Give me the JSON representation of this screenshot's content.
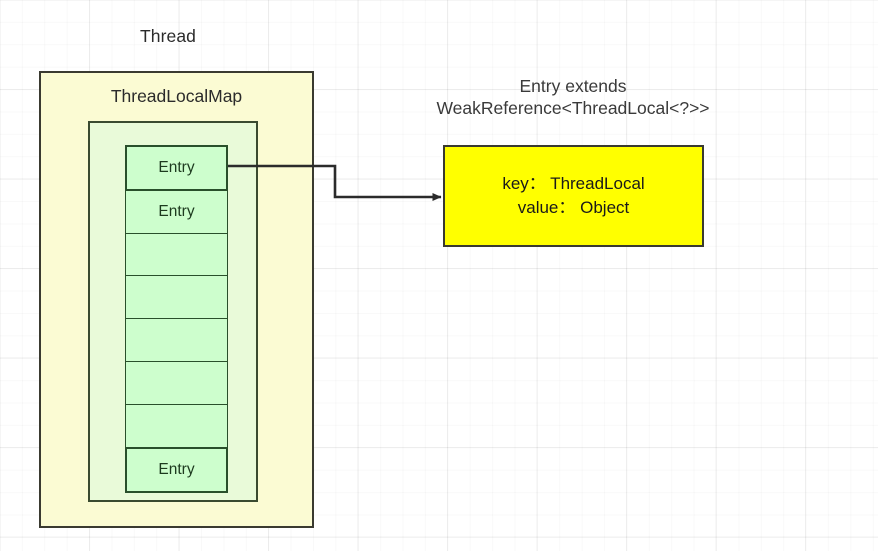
{
  "diagram": {
    "thread": {
      "label": "Thread",
      "fill": "#fbfbd3",
      "stroke": "#3a3a30"
    },
    "threadlocalmap": {
      "label": "ThreadLocalMap",
      "fill": "#e9fad9",
      "stroke": "#3a4a30"
    },
    "entry_table": {
      "cells": [
        {
          "label": "Entry"
        },
        {
          "label": "Entry"
        },
        {
          "label": ""
        },
        {
          "label": ""
        },
        {
          "label": ""
        },
        {
          "label": ""
        },
        {
          "label": ""
        },
        {
          "label": "Entry"
        }
      ],
      "fill": "#cdfecd",
      "stroke": "#294f2b"
    },
    "entry_detail": {
      "caption": "Entry extends\nWeakReference<ThreadLocal<?>>",
      "key_line": "key： ThreadLocal",
      "value_line": "value： Object",
      "fill": "#ffff00",
      "stroke": "#3a3a30"
    },
    "connector": {
      "name": "entry-to-detail-arrow",
      "stroke": "#2b2b2b"
    }
  }
}
